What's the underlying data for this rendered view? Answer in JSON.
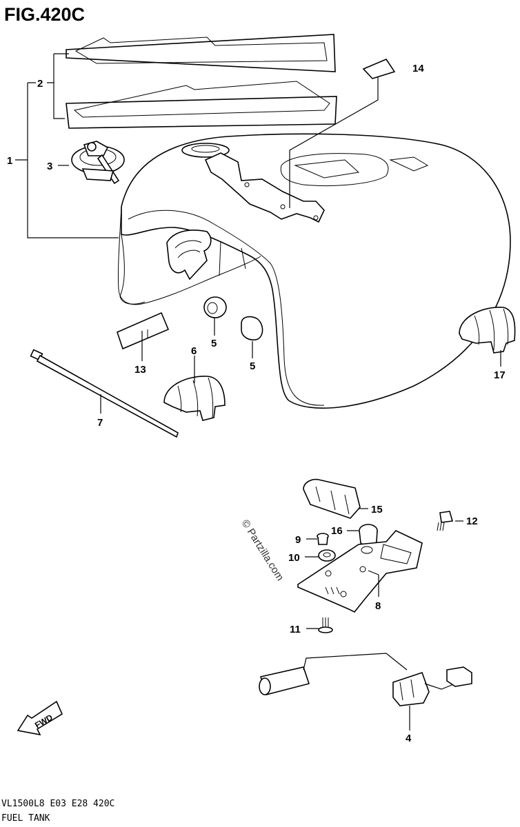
{
  "figure_title": "FIG.420C",
  "watermark": "© Partzilla.com",
  "fwd_label": "FWD",
  "footer": {
    "model_code": "VL1500L8  E03  E28  420C",
    "section_name": "FUEL TANK"
  },
  "callouts": {
    "c1": "1",
    "c2": "2",
    "c3": "3",
    "c4": "4",
    "c5a": "5",
    "c5b": "5",
    "c6": "6",
    "c7": "7",
    "c8": "8",
    "c9": "9",
    "c10": "10",
    "c11": "11",
    "c12": "12",
    "c13": "13",
    "c14": "14",
    "c15": "15",
    "c16": "16",
    "c17": "17"
  }
}
